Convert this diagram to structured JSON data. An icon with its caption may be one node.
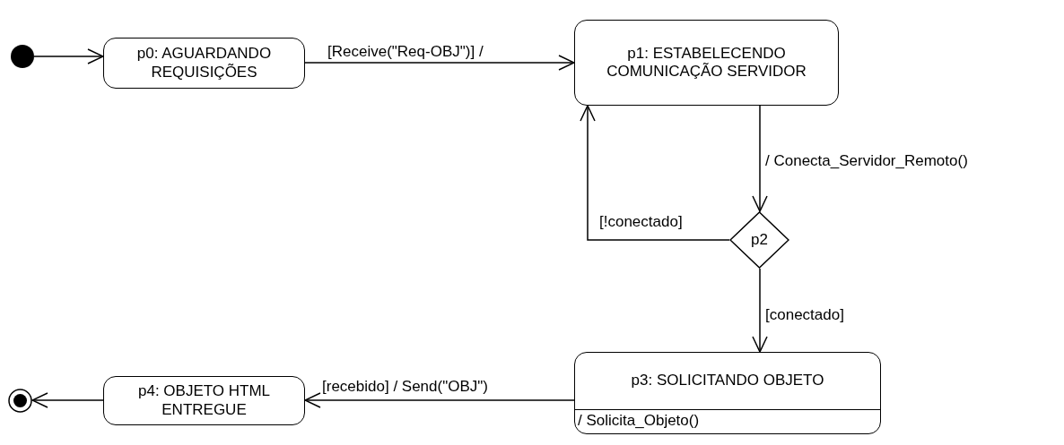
{
  "diagram": {
    "nodes": [
      {
        "text": [],
        "shape": "circle"
      },
      {
        "text": [
          "p0: AGUARDANDO REQUISIÇÕES"
        ]
      },
      {
        "text": [
          "p1: ESTABELECENDO COMUNICAÇÃO SERVIDOR"
        ]
      },
      {
        "text": [
          "p2"
        ]
      },
      {
        "text": [
          "p3: SOLICITANDO OBJETO",
          "/ Solicita_Objeto()"
        ]
      },
      {
        "text": [
          "p4: OBJETO HTML ENTREGUE"
        ]
      },
      {
        "text": [],
        "shape": "circle"
      }
    ],
    "edges": [
      {
        "from": 0,
        "to": 1,
        "arrow": "to"
      },
      {
        "from": 1,
        "to": 2,
        "arrow": "to",
        "label": "[Receive(\"Req-OBJ\")] /"
      },
      {
        "from": 2,
        "to": 3,
        "arrow": "to",
        "label": "/ Conecta_Servidor_Remoto()"
      },
      {
        "from": 3,
        "to": 2,
        "arrow": "to",
        "label": "[!conectado]"
      },
      {
        "from": 3,
        "to": 4,
        "arrow": "to",
        "label": "[conectado]"
      },
      {
        "from": 4,
        "to": 5,
        "arrow": "to",
        "label": "[recebido] / Send(\"OBJ\")"
      },
      {
        "from": 5,
        "to": 6,
        "arrow": "to"
      }
    ]
  }
}
